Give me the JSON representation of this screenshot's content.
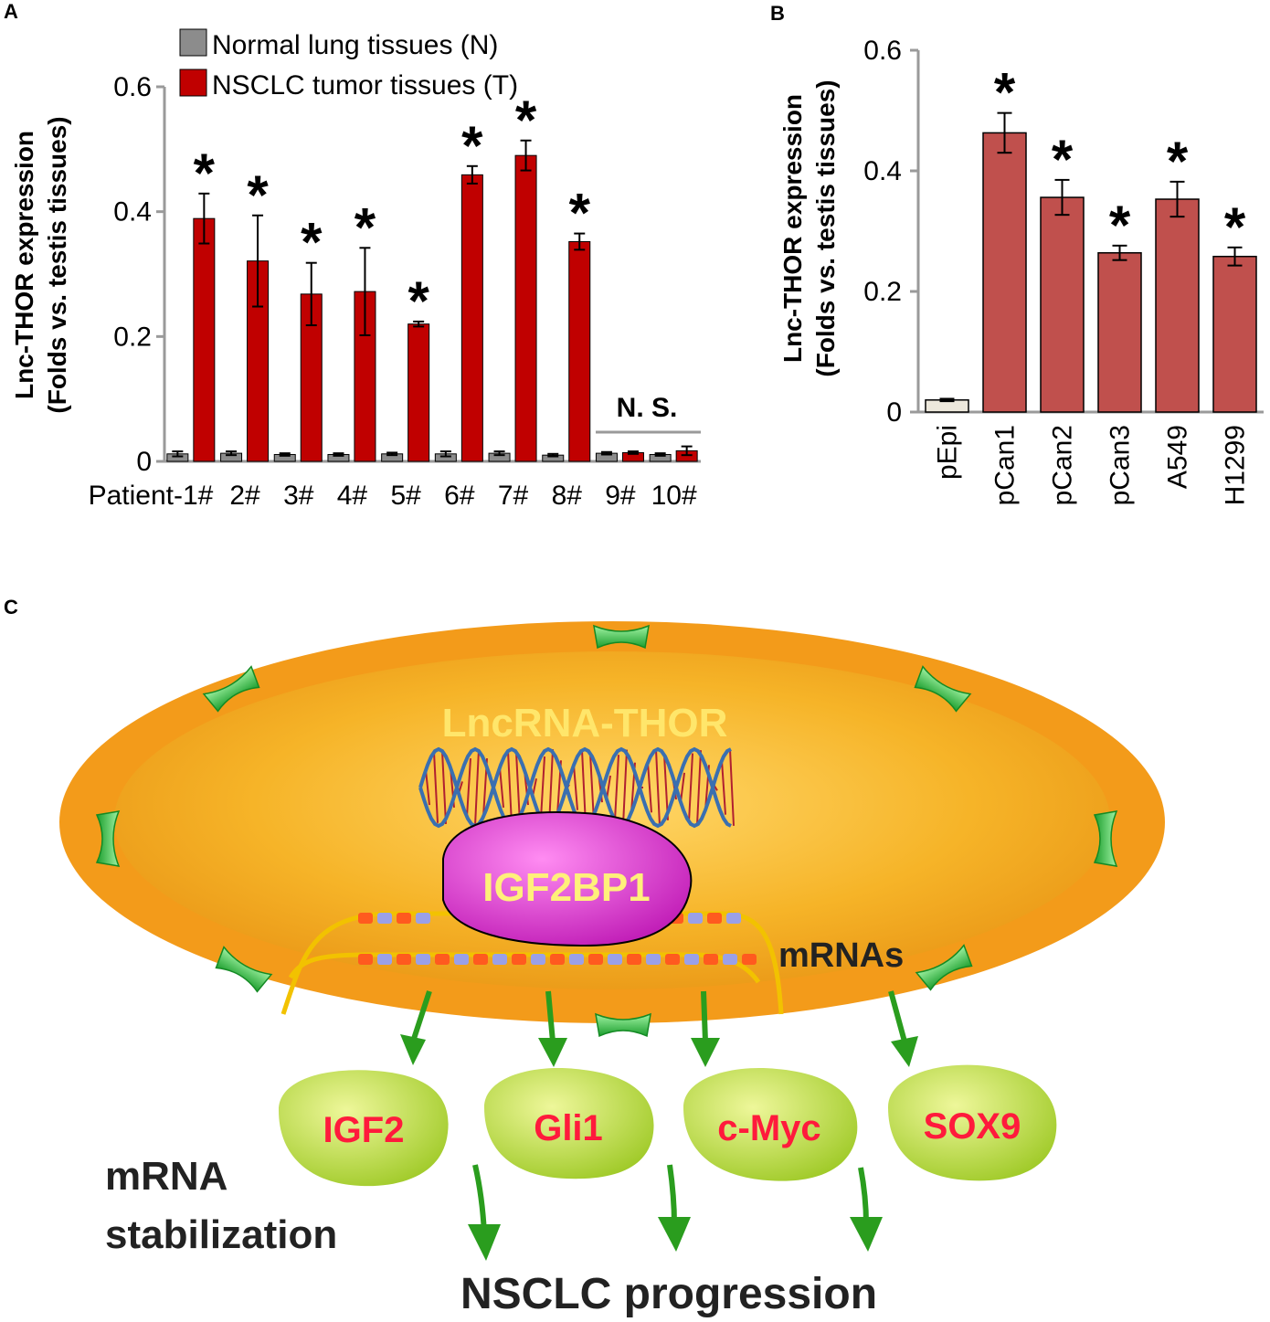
{
  "panels": {
    "a": "A",
    "b": "B",
    "c": "C"
  },
  "chart_data": [
    {
      "type": "bar",
      "panel": "A",
      "ylabel": [
        "Lnc-THOR expression",
        "(Folds vs. testis tissues)"
      ],
      "ylim": [
        0,
        0.6
      ],
      "yticks": [
        0,
        0.2,
        0.4,
        0.6
      ],
      "ytick_labels": [
        "0",
        "0.2",
        "0.4",
        "0.6"
      ],
      "categories": [
        "Patient-1#",
        "2#",
        "3#",
        "4#",
        "5#",
        "6#",
        "7#",
        "8#",
        "9#",
        "10#"
      ],
      "legend": {
        "placement": "top"
      },
      "series": [
        {
          "name": "Normal lung tissues (N)",
          "color": "#8c8c8c",
          "values": [
            0.012,
            0.013,
            0.011,
            0.011,
            0.012,
            0.012,
            0.013,
            0.01,
            0.013,
            0.011
          ],
          "errors": [
            0.004,
            0.003,
            0.002,
            0.002,
            0.002,
            0.004,
            0.003,
            0.002,
            0.002,
            0.002
          ]
        },
        {
          "name": "NSCLC tumor tissues (T)",
          "color": "#c00000",
          "values": [
            0.389,
            0.321,
            0.268,
            0.272,
            0.22,
            0.459,
            0.49,
            0.352,
            0.014,
            0.017
          ],
          "errors": [
            0.04,
            0.073,
            0.05,
            0.07,
            0.004,
            0.014,
            0.024,
            0.013,
            0.002,
            0.007
          ]
        }
      ],
      "significance": [
        "*",
        "*",
        "*",
        "*",
        "*",
        "*",
        "*",
        "*",
        "",
        ""
      ],
      "ns_label": "N. S."
    },
    {
      "type": "bar",
      "panel": "B",
      "ylabel": [
        "Lnc-THOR expression",
        "(Folds vs. testis tissues)"
      ],
      "ylim": [
        0,
        0.6
      ],
      "yticks": [
        0,
        0.2,
        0.4,
        0.6
      ],
      "ytick_labels": [
        "0",
        "0.2",
        "0.4",
        "0.6"
      ],
      "categories": [
        "pEpi",
        "pCan1",
        "pCan2",
        "pCan3",
        "A549",
        "H1299"
      ],
      "values": [
        0.02,
        0.463,
        0.356,
        0.264,
        0.353,
        0.258
      ],
      "errors": [
        0.002,
        0.033,
        0.029,
        0.012,
        0.029,
        0.015
      ],
      "colors": [
        "#ede8dc",
        "#c0504d",
        "#c0504d",
        "#c0504d",
        "#c0504d",
        "#c0504d"
      ],
      "significance": [
        "",
        "*",
        "*",
        "*",
        "*",
        "*"
      ]
    }
  ],
  "diagram": {
    "lncrna_label": "LncRNA-THOR",
    "protein_label": "IGF2BP1",
    "mrnas_label": "mRNAs",
    "targets": [
      "IGF2",
      "Gli1",
      "c-Myc",
      "SOX9"
    ],
    "stabilization_label": [
      "mRNA",
      "stabilization"
    ],
    "progression_label": "NSCLC progression",
    "colors": {
      "membrane": "#f39b1a",
      "lncrna_text": "#ffe66b",
      "protein": "#e040d8",
      "protein_text": "#fff07a",
      "target_text": "#ff1a3c",
      "target_blob": "#b9dc3a",
      "arrow": "#2a9d1e",
      "channel": "#36c94a"
    }
  }
}
